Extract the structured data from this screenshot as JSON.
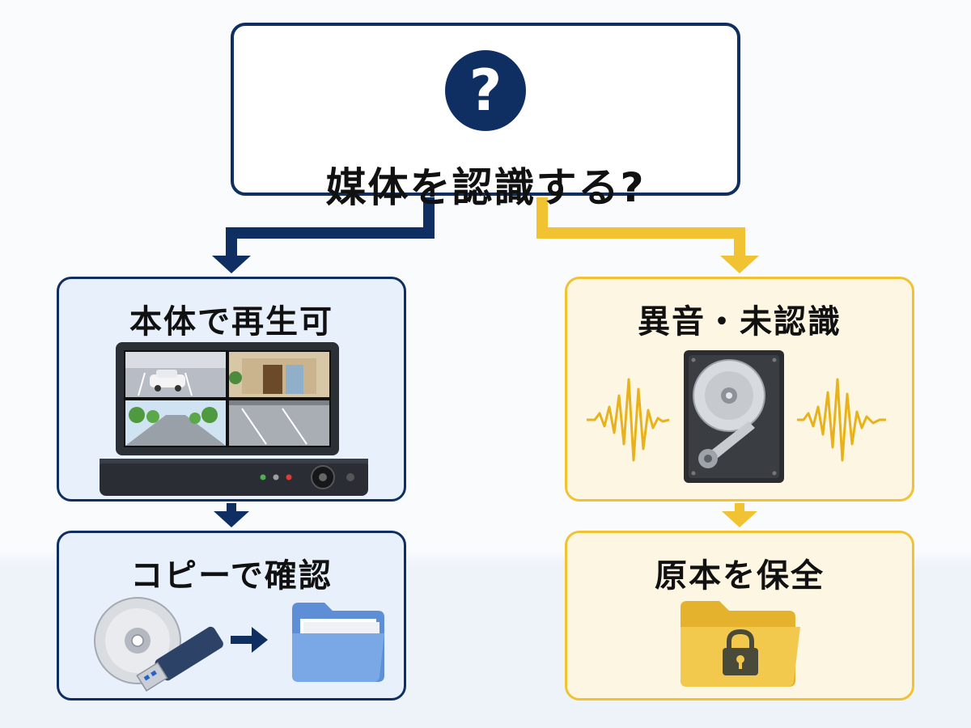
{
  "question": {
    "icon": "question-mark-icon",
    "icon_glyph": "?",
    "label": "媒体を認識する?"
  },
  "left_branch": {
    "top": {
      "label": "本体で再生可",
      "icon": "dvr-monitor-icon"
    },
    "bottom": {
      "label": "コピーで確認",
      "icons": [
        "disc-icon",
        "usb-drive-icon",
        "arrow-right-icon",
        "folder-icon"
      ]
    }
  },
  "right_branch": {
    "top": {
      "label": "異音・未認識",
      "icon": "hard-drive-noise-icon"
    },
    "bottom": {
      "label": "原本を保全",
      "icon": "locked-folder-icon"
    }
  },
  "colors": {
    "navy": "#0f2f63",
    "yellow": "#f1c232",
    "blue_fill": "#e8f0fb",
    "yellow_fill": "#fdf6e3"
  }
}
